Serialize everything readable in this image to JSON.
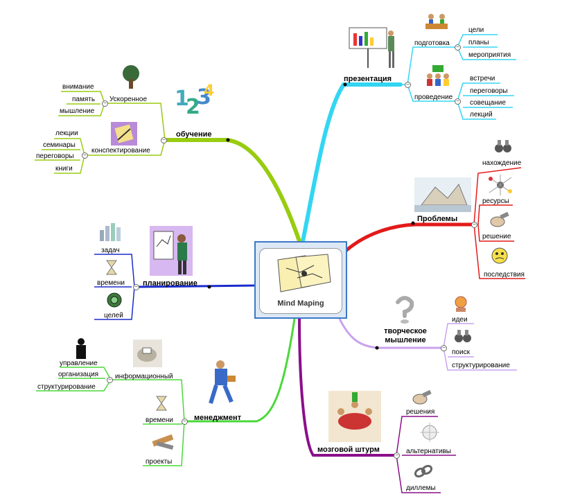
{
  "center": {
    "title": "Mind Maping"
  },
  "colors": {
    "presentation": "#33d6f2",
    "problems": "#e21a1a",
    "creative": "#c9a2ee",
    "brainstorm": "#8a0f8a",
    "management": "#4ad83a",
    "planning": "#1a2ccc",
    "learning": "#98cc10"
  },
  "branches": {
    "presentation": {
      "label": "презентация",
      "preparation": {
        "label": "подготовка",
        "items": [
          "цели",
          "планы",
          "мероприятия"
        ]
      },
      "conduct": {
        "label": "проведение",
        "items": [
          "встречи",
          "переговоры",
          "совещание",
          "лекций"
        ]
      }
    },
    "problems": {
      "label": "Проблемы",
      "items": [
        "нахождение",
        "ресурсы",
        "решение",
        "последствия"
      ]
    },
    "creative": {
      "label_line1": "творческое",
      "label_line2": "мышление",
      "items": [
        "идеи",
        "поиск",
        "структурирование"
      ]
    },
    "brainstorm": {
      "label": "мозговой штурм",
      "items": [
        "решения",
        "альтернативы",
        "диллемы"
      ]
    },
    "management": {
      "label": "менеджмент",
      "informational": {
        "label": "информационный",
        "items": [
          "управление",
          "организация",
          "структурирование"
        ]
      },
      "items": [
        "времени",
        "проекты"
      ]
    },
    "planning": {
      "label": "планирование",
      "items": [
        "задач",
        "времени",
        "целей"
      ]
    },
    "learning": {
      "label": "обучение",
      "accelerated": {
        "label": "Ускоренное",
        "items": [
          "внимание",
          "память",
          "мышление"
        ]
      },
      "notes": {
        "label": "конспектирование",
        "items": [
          "лекции",
          "семинары",
          "переговоры",
          "книги"
        ]
      }
    }
  }
}
